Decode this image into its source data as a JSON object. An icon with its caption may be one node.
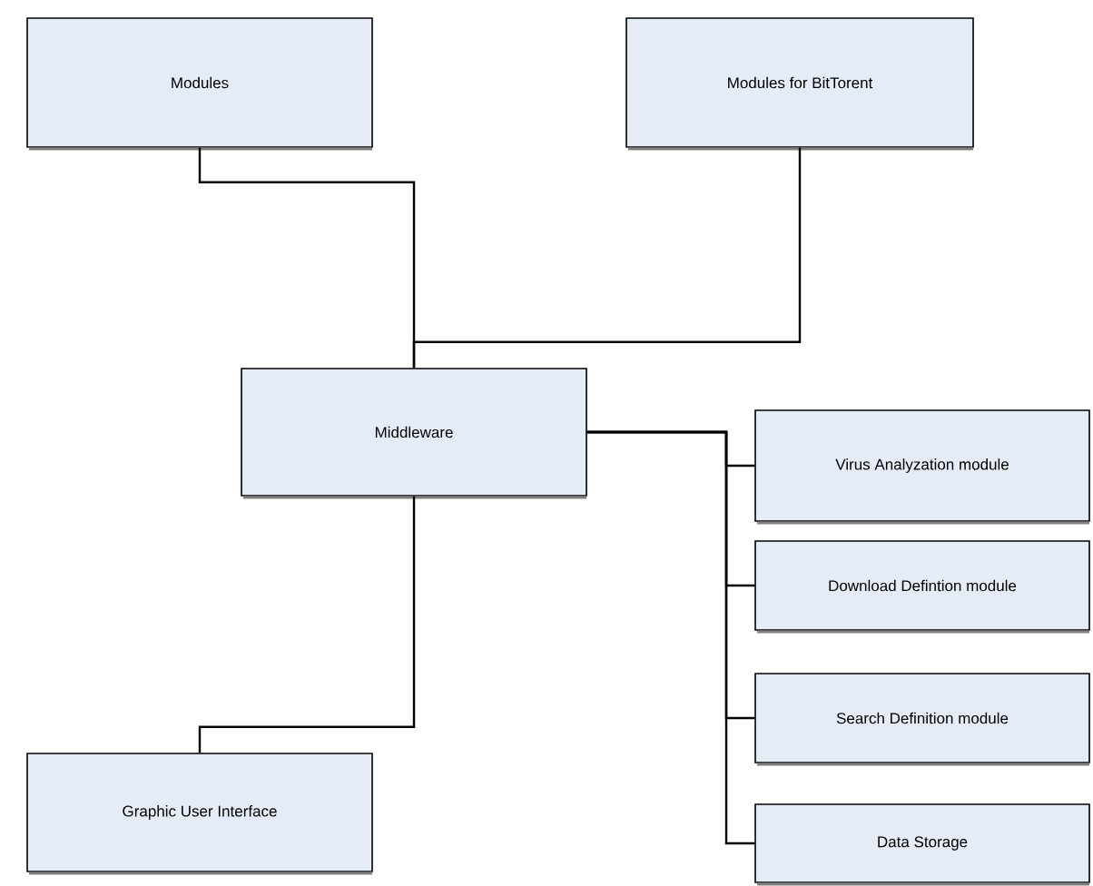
{
  "diagram": {
    "nodes": [
      {
        "text": [
          "Modules"
        ]
      },
      {
        "text": [
          "Modules for BitTorent"
        ]
      },
      {
        "text": [
          "Middleware"
        ]
      },
      {
        "text": [
          "Virus Analyzation module"
        ]
      },
      {
        "text": [
          "Download Defintion module"
        ]
      },
      {
        "text": [
          "Search Definition module"
        ]
      },
      {
        "text": [
          "Data Storage"
        ]
      },
      {
        "text": [
          "Graphic User Interface"
        ]
      }
    ],
    "edges": [
      {
        "from": 0,
        "to": 2,
        "arrow": "none"
      },
      {
        "from": 1,
        "to": 2,
        "arrow": "none"
      },
      {
        "from": 2,
        "to": 3,
        "arrow": "none"
      },
      {
        "from": 2,
        "to": 4,
        "arrow": "none"
      },
      {
        "from": 2,
        "to": 5,
        "arrow": "none"
      },
      {
        "from": 2,
        "to": 6,
        "arrow": "none"
      },
      {
        "from": 2,
        "to": 7,
        "arrow": "none"
      }
    ]
  }
}
